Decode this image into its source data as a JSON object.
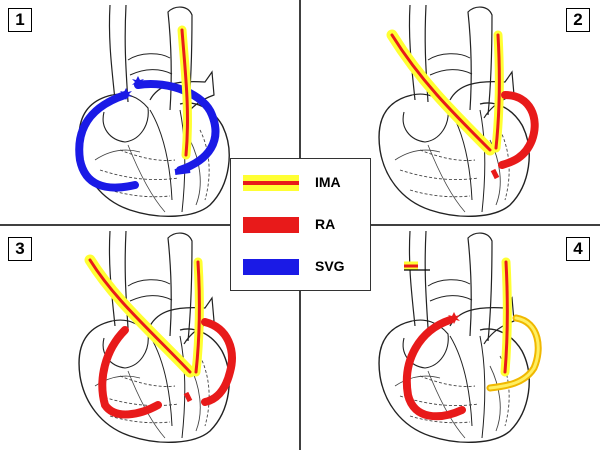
{
  "panels": [
    {
      "number": "1"
    },
    {
      "number": "2"
    },
    {
      "number": "3"
    },
    {
      "number": "4"
    }
  ],
  "legend": {
    "items": [
      {
        "label": "IMA",
        "swatch": "ima-graft-swatch",
        "colors": [
          "#ffff33",
          "#e81a1a"
        ]
      },
      {
        "label": "RA",
        "swatch": "ra-graft-swatch",
        "colors": [
          "#e81a1a"
        ]
      },
      {
        "label": "SVG",
        "swatch": "svg-graft-swatch",
        "colors": [
          "#1a1ae6"
        ]
      }
    ]
  },
  "colors": {
    "ima_outer": "#ffff33",
    "ima_inner": "#e81a1a",
    "ra": "#e81a1a",
    "svg": "#1a1ae6",
    "outline": "#222222",
    "divider": "#000000"
  }
}
